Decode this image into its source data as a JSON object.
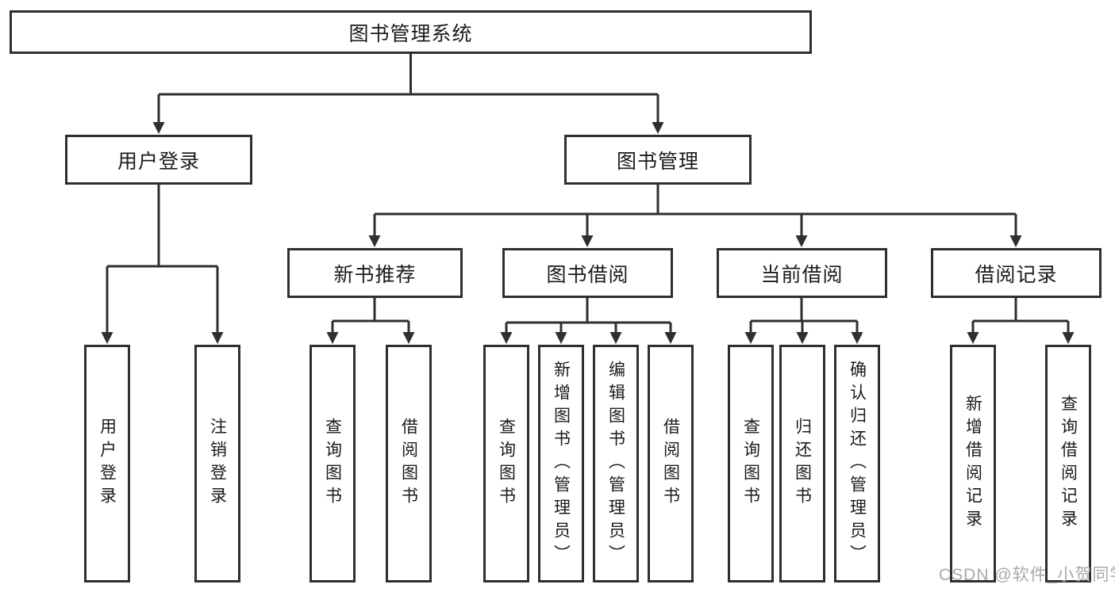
{
  "diagram": {
    "root": "图书管理系统",
    "user_login": {
      "label": "用户登录",
      "children": [
        "用户登录",
        "注销登录"
      ]
    },
    "book_mgmt": {
      "label": "图书管理",
      "sections": {
        "new_book": {
          "label": "新书推荐",
          "children": [
            "查询图书",
            "借阅图书"
          ]
        },
        "borrow": {
          "label": "图书借阅",
          "children": [
            "查询图书",
            "新增图书（管理员）",
            "编辑图书（管理员）",
            "借阅图书"
          ]
        },
        "current": {
          "label": "当前借阅",
          "children": [
            "查询图书",
            "归还图书",
            "确认归还（管理员）"
          ]
        },
        "records": {
          "label": "借阅记录",
          "children": [
            "新增借阅记录",
            "查询借阅记录"
          ]
        }
      }
    }
  },
  "watermark": "CSDN @软件_小贺同学",
  "colors": {
    "line": "#2f2f2f",
    "text": "#1b1b1b",
    "watermark": "#a4a4aa",
    "background": "#ffffff"
  }
}
